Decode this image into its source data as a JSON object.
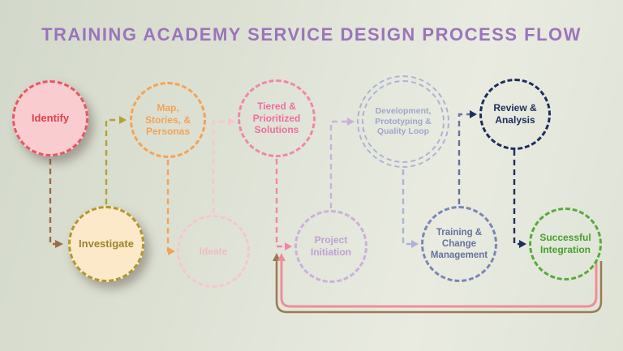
{
  "title": "TRAINING ACADEMY SERVICE DESIGN PROCESS FLOW",
  "accent_color": "#9b74bc",
  "nodes": [
    {
      "label": "Identify",
      "color": "#e0404e",
      "fill": "#f9cdd0"
    },
    {
      "label": "Investigate",
      "color": "#9d832a",
      "fill": "#fce9c9"
    },
    {
      "label": "Map, Stories, & Personas",
      "color": "#f2a358",
      "fill": "none"
    },
    {
      "label": "Ideate",
      "color": "#f3b9c8",
      "fill": "none"
    },
    {
      "label": "Tiered & Prioritized Solutions",
      "color": "#ee6e9f",
      "fill": "none"
    },
    {
      "label": "Project Initiation",
      "color": "#bda1d3",
      "fill": "none"
    },
    {
      "label": "Development, Prototyping & Quality Loop",
      "color": "#9fa7cc",
      "fill": "none"
    },
    {
      "label": "Training & Change Management",
      "color": "#67729f",
      "fill": "none"
    },
    {
      "label": "Review & Analysis",
      "color": "#1d2d5c",
      "fill": "none"
    },
    {
      "label": "Successful Integration",
      "color": "#45a02c",
      "fill": "none"
    }
  ],
  "edges": [
    {
      "from": "Identify",
      "to": "Investigate",
      "style": "dashed",
      "color": "#9c6b46"
    },
    {
      "from": "Investigate",
      "to": "Map, Stories, & Personas",
      "style": "dashed",
      "color": "#b4a133"
    },
    {
      "from": "Map, Stories, & Personas",
      "to": "Ideate",
      "style": "dashed",
      "color": "#f2a358"
    },
    {
      "from": "Ideate",
      "to": "Tiered & Prioritized Solutions",
      "style": "dashed",
      "color": "#f6c6d2"
    },
    {
      "from": "Tiered & Prioritized Solutions",
      "to": "Project Initiation",
      "style": "dashed",
      "color": "#f186ab"
    },
    {
      "from": "Project Initiation",
      "to": "Development, Prototyping & Quality Loop",
      "style": "dashed",
      "color": "#cbb0dd"
    },
    {
      "from": "Development, Prototyping & Quality Loop",
      "to": "Training & Change Management",
      "style": "dashed",
      "color": "#adb3d6"
    },
    {
      "from": "Training & Change Management",
      "to": "Review & Analysis",
      "style": "dashed",
      "color": "#67729f"
    },
    {
      "from": "Review & Analysis",
      "to": "Successful Integration",
      "style": "dashed",
      "color": "#1d2d5c"
    },
    {
      "from": "Successful Integration",
      "to": "Tiered & Prioritized Solutions",
      "style": "solid-feedback-loop",
      "color": "#ee8e99"
    },
    {
      "from": "Successful Integration",
      "to": "Tiered & Prioritized Solutions",
      "style": "solid-feedback-loop",
      "color": "#9b7a52"
    }
  ]
}
